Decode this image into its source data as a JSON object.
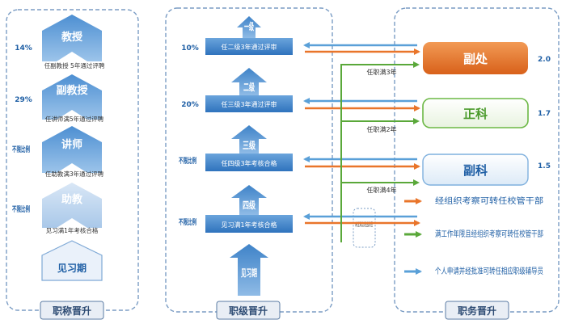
{
  "title_col": {
    "panel_label": "职称晋升",
    "levels": [
      {
        "title": "教授",
        "pct": "14%",
        "rule": "任副教授 5年通过评聘"
      },
      {
        "title": "副教授",
        "pct": "29%",
        "rule": "任讲师满5年通过评聘"
      },
      {
        "title": "讲师",
        "pct": "不限比例",
        "rule": "任助教满3年通过评聘"
      },
      {
        "title": "助教",
        "pct": "不限比例",
        "rule": "见习满1年考核合格"
      },
      {
        "title": "见习期"
      }
    ]
  },
  "rank_col": {
    "panel_label": "职级晋升",
    "levels": [
      {
        "title": "一级",
        "pct": "10%",
        "rule": "任二级3年通过评审"
      },
      {
        "title": "二级",
        "pct": "20%",
        "rule": "任三级3年通过评审"
      },
      {
        "title": "三级",
        "pct": "不限比例",
        "rule": "任四级3年考核合格"
      },
      {
        "title": "四级",
        "pct": "不限比例",
        "rule": "见习满1年考核合格"
      },
      {
        "title": "见习期"
      }
    ],
    "elimination_note": "未位淘汰退出队伍"
  },
  "post_col": {
    "panel_label": "职务晋升",
    "posts": [
      {
        "title": "副处",
        "ratio": "2.0",
        "color": "#e9752a"
      },
      {
        "title": "正科",
        "ratio": "1.7",
        "color": "#6cb845"
      },
      {
        "title": "副科",
        "ratio": "1.5",
        "color": "#4f95cf"
      }
    ],
    "tenure_labels": [
      "任职满3年",
      "任职满2年",
      "任职满4年"
    ]
  },
  "legend": [
    {
      "text": "经组织考察可转任校管干部",
      "color": "#e9752a"
    },
    {
      "text": "满工作年限且经组织考察可转任校管干部",
      "color": "#6cb845"
    },
    {
      "text": "个人申请并经批准可转任相应职级辅导员",
      "color": "#4f95cf"
    }
  ],
  "colors": {
    "panel_border": "#7a9cc4",
    "text_blue": "#1f5fa5",
    "label_dark": "#2d4b73"
  }
}
